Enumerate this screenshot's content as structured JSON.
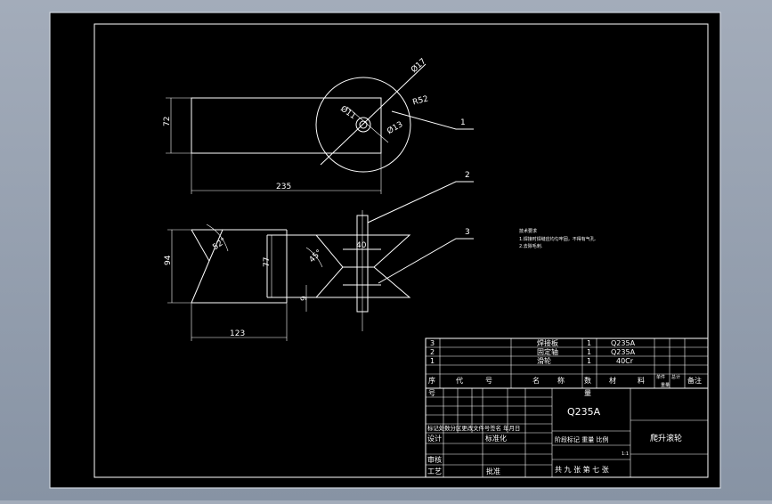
{
  "dimensions": {
    "dia_17": "Ø17",
    "dia_11": "Ø11",
    "dia_13": "Ø13",
    "radius_52": "R52",
    "height_72": "72",
    "length_235": "235",
    "angle_top": "52°",
    "angle_mid": "45°",
    "height_94": "94",
    "height_77": "77",
    "width_40": "40",
    "small_9": "9",
    "length_123": "123"
  },
  "callouts": {
    "c1": "1",
    "c2": "2",
    "c3": "3"
  },
  "notes": {
    "heading": "技术要求",
    "line1": "1.焊接时焊缝应均匀牢固，不得有气孔.",
    "line2": "2.去除毛刺."
  },
  "parts_list": {
    "rows": [
      {
        "no": "3",
        "name": "焊接板",
        "qty": "1",
        "material": "Q235A"
      },
      {
        "no": "2",
        "name": "固定轴",
        "qty": "1",
        "material": "Q235A"
      },
      {
        "no": "1",
        "name": "滑轮",
        "qty": "1",
        "material": "40Cr"
      }
    ],
    "header": {
      "seq": "序",
      "code": "代",
      "code2": "号",
      "name": "名",
      "name2": "称",
      "qty": "数",
      "qty2": "量",
      "material": "材",
      "material2": "料",
      "single": "单件",
      "total": "总计",
      "weight": "重量",
      "note": "备注",
      "seq2": "号"
    }
  },
  "title_block": {
    "material": "Q235A",
    "title": "爬升滚轮",
    "revision_header": "标记处数分区更改文件号签名 年月日",
    "design": "设计",
    "standard": "标准化",
    "review": "审核",
    "process": "工艺",
    "approve": "批准",
    "stage": "阶段标记 重量 比例",
    "scale": "1:1",
    "sheet": "共 九 张 第 七 张"
  }
}
